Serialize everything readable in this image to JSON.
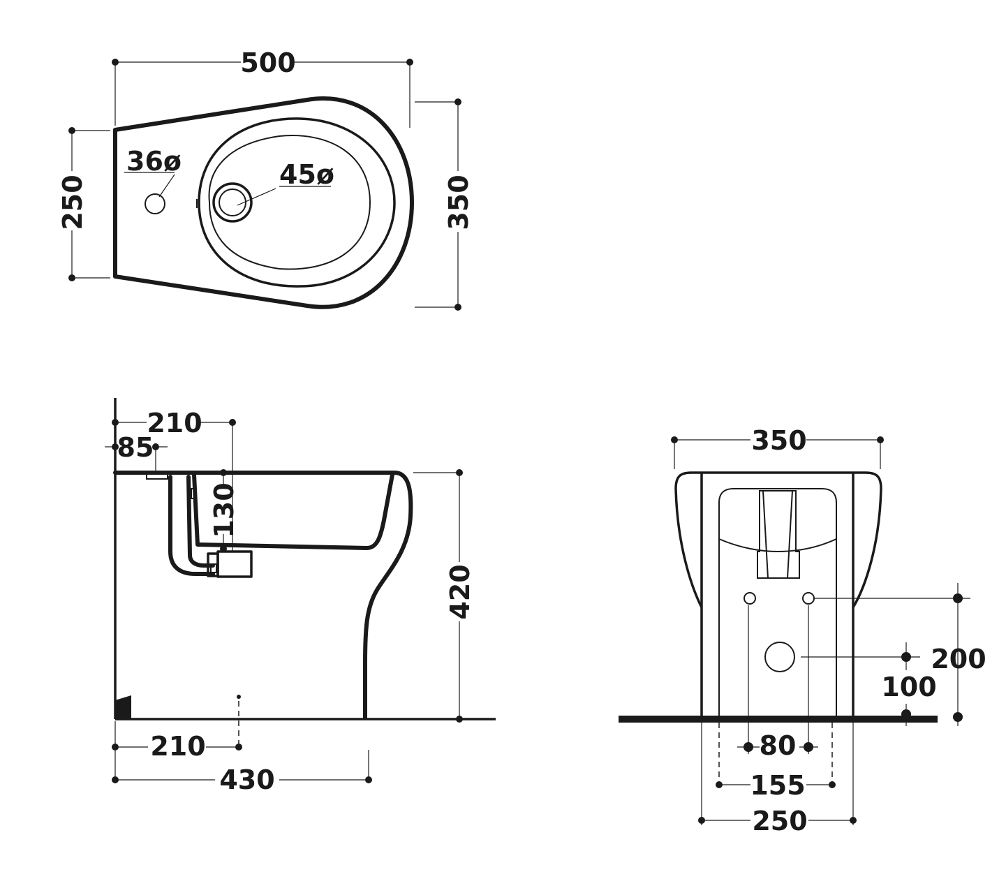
{
  "top_view": {
    "dim_length": "500",
    "dim_tap_side": "250",
    "dim_width": "350",
    "dim_tap_hole": "36ø",
    "dim_drain": "45ø"
  },
  "side_view": {
    "dim_drain_offset": "210",
    "dim_tap_offset": "85",
    "dim_drain_depth": "130",
    "dim_height": "420",
    "dim_fixing_offset": "210",
    "dim_depth": "430"
  },
  "front_view": {
    "dim_top_width": "350",
    "dim_fixing_height": "200",
    "dim_drain_height": "100",
    "dim_fixing_spacing": "80",
    "dim_inner_base": "155",
    "dim_base_width": "250"
  }
}
